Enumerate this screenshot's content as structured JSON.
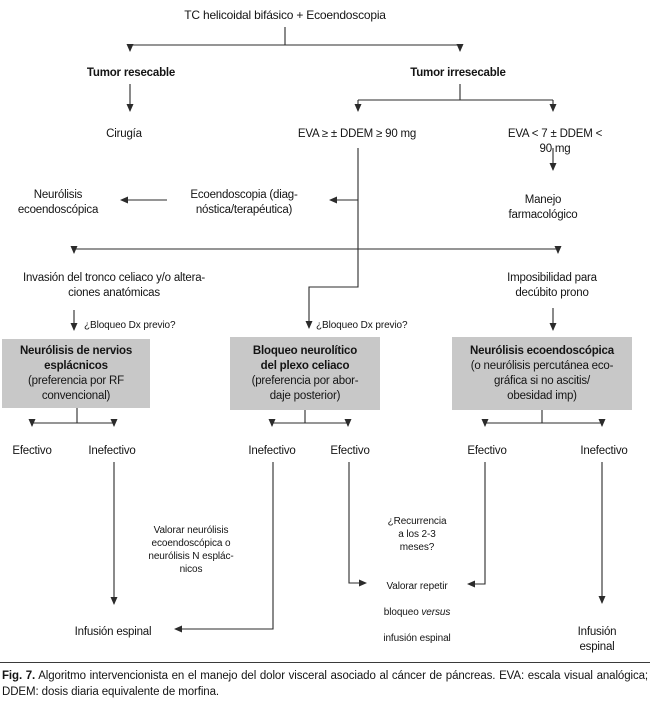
{
  "nodes": {
    "root": "TC helicoidal bifásico + Ecoendoscopia",
    "resectable": "Tumor resecable",
    "unresectable": "Tumor irresecable",
    "surgery": "Cirugía",
    "eva_high": "EVA ≥ ± DDEM ≥ 90 mg",
    "eva_low": "EVA < 7 ± DDEM < 90 mg",
    "eus_neurolysis": "Neurólisis\necoendoscópica",
    "eus_diagnostic": "Ecoendoscopia (diag-\nnóstica/terapéutica)",
    "pharmacologic": "Manejo farmacológico",
    "invasion": "Invasión del tronco celiaco y/o altera-\nciones anatómicas",
    "prone_impossible": "Imposibilidad para\ndecúbito prono",
    "dx_block_left": "¿Bloqueo Dx previo?",
    "dx_block_mid": "¿Bloqueo Dx previo?",
    "box_splanchnic": {
      "title": "Neurólisis de nervios\nesplácnicos",
      "note": "(preferencia por RF\nconvencional)"
    },
    "box_celiac": {
      "title": "Bloqueo neurolítico\ndel plexo celiaco",
      "note": "(preferencia por abor-\ndaje posterior)"
    },
    "box_eus": {
      "title": "Neurólisis ecoendoscópica",
      "note": "(o neurólisis percutánea eco-\ngráfica si no ascitis/\nobesidad imp)"
    },
    "outcomes": [
      "Efectivo",
      "Inefectivo",
      "Inefectivo",
      "Efectivo",
      "Efectivo",
      "Inefectivo"
    ],
    "consider_neurolysis": "Valorar neurólisis\necoendoscópica o\nneurólisis N esplác-\nnicos",
    "recurrence": "¿Recurrencia\na los 2-3\nmeses?",
    "repeat_block": {
      "line1": "Valorar repetir",
      "line2_pre": "bloqueo ",
      "line2_italic": "versus",
      "line3": "infusión espinal"
    },
    "spinal_left": "Infusión espinal",
    "spinal_right": "Infusión espinal"
  },
  "caption": {
    "label": "Fig. 7.",
    "text": " Algoritmo intervencionista en el manejo del dolor visceral asociado al cáncer de páncreas. EVA: escala visual analógica; DDEM: dosis diaria equivalente de morfina."
  },
  "colors": {
    "box_fill": "#c8c8c8",
    "line": "#2b2b2b",
    "text": "#141414"
  }
}
